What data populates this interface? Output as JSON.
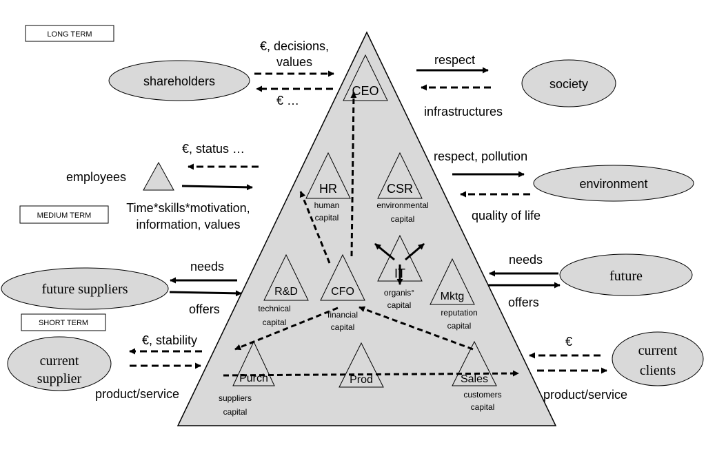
{
  "term_labels": {
    "long": "LONG TERM",
    "medium": "MEDIUM TERM",
    "short": "SHORT TERM"
  },
  "stakeholders": {
    "shareholders": "shareholders",
    "society": "society",
    "employees": "employees",
    "environment": "environment",
    "future_suppliers": "future suppliers",
    "future": "future",
    "current_supplier": [
      "current",
      "supplier"
    ],
    "current_clients": [
      "current",
      "clients"
    ]
  },
  "flows": {
    "shareholders_in": [
      "€, decisions,",
      "values"
    ],
    "shareholders_out": "€ …",
    "society_out": "respect",
    "society_in": "infrastructures",
    "employees_in": "€, status …",
    "employees_out": [
      "Time*skills*motivation,",
      "information, values"
    ],
    "environment_out": "respect, pollution",
    "environment_in": "quality of life",
    "future_suppliers_in": "needs",
    "future_suppliers_out": "offers",
    "future_in": "needs",
    "future_out": "offers",
    "current_supplier_in": "€, stability",
    "current_supplier_out": "product/service",
    "current_clients_in": "€",
    "current_clients_out": "product/service"
  },
  "functions": {
    "ceo": "CEO",
    "hr": {
      "name": "HR",
      "capital": [
        "human",
        "capital"
      ]
    },
    "csr": {
      "name": "CSR",
      "capital": [
        "environmental",
        "capital"
      ]
    },
    "rd": {
      "name": "R&D",
      "capital": [
        "technical",
        "capital"
      ]
    },
    "cfo": {
      "name": "CFO",
      "capital": [
        "financial",
        "capital"
      ]
    },
    "it": {
      "name": "IT",
      "capital": [
        "organis°",
        "capital"
      ]
    },
    "mktg": {
      "name": "Mktg",
      "capital": [
        "reputation",
        "capital"
      ]
    },
    "purch": {
      "name": "Purch",
      "capital": [
        "suppliers",
        "capital"
      ]
    },
    "prod": {
      "name": "Prod"
    },
    "sales": {
      "name": "Sales",
      "capital": [
        "customers",
        "capital"
      ]
    }
  },
  "colors": {
    "fill": "#d9d9d9",
    "stroke": "#000000",
    "background": "#ffffff"
  }
}
